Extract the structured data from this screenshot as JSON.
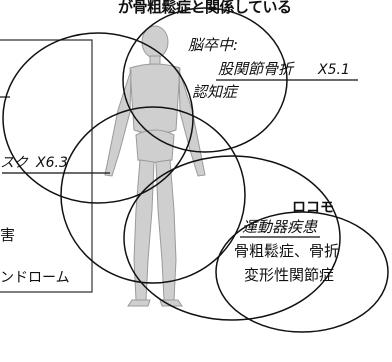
{
  "header": {
    "title": "が骨粗鬆症と関係している"
  },
  "stroke_circle": {
    "line1": "脳卒中:",
    "line2_part1": "股関節骨折",
    "line2_part2": "X5.1",
    "line3": "認知症"
  },
  "left_box": {
    "risk_text_part": "スク",
    "risk_value": "X6.3",
    "fragment_1": "害",
    "fragment_2": "ンドローム"
  },
  "locomo": {
    "label": "ロコモ"
  },
  "motor_disease": {
    "title": "運動器疾患",
    "line1": "骨粗鬆症、骨折",
    "line2": "変形性関節症"
  }
}
